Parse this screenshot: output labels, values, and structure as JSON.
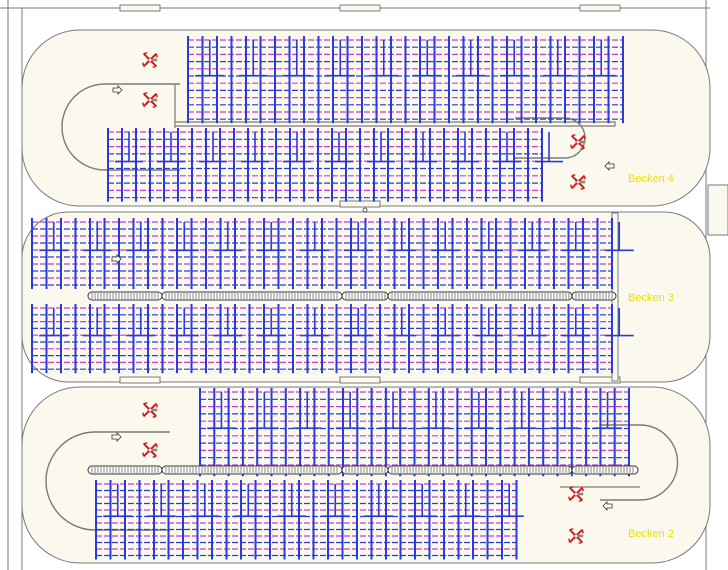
{
  "labels": {
    "becken4": "Becken 4",
    "becken3": "Becken 3",
    "becken2": "Becken 2"
  },
  "colors": {
    "background": "#ffffff",
    "basin_fill": "#fbf9ee",
    "basin_stroke": "#7a7a7a",
    "aerator_blue": "#2b3bd8",
    "aerator_magenta": "#c240d6",
    "mixer_red": "#d21a1a",
    "label_yellow": "#f0e000",
    "conveyor_stroke": "#333333"
  },
  "icons": {
    "mixer": "propeller-mixer-icon",
    "flow_arrow": "flow-direction-arrow-icon"
  }
}
